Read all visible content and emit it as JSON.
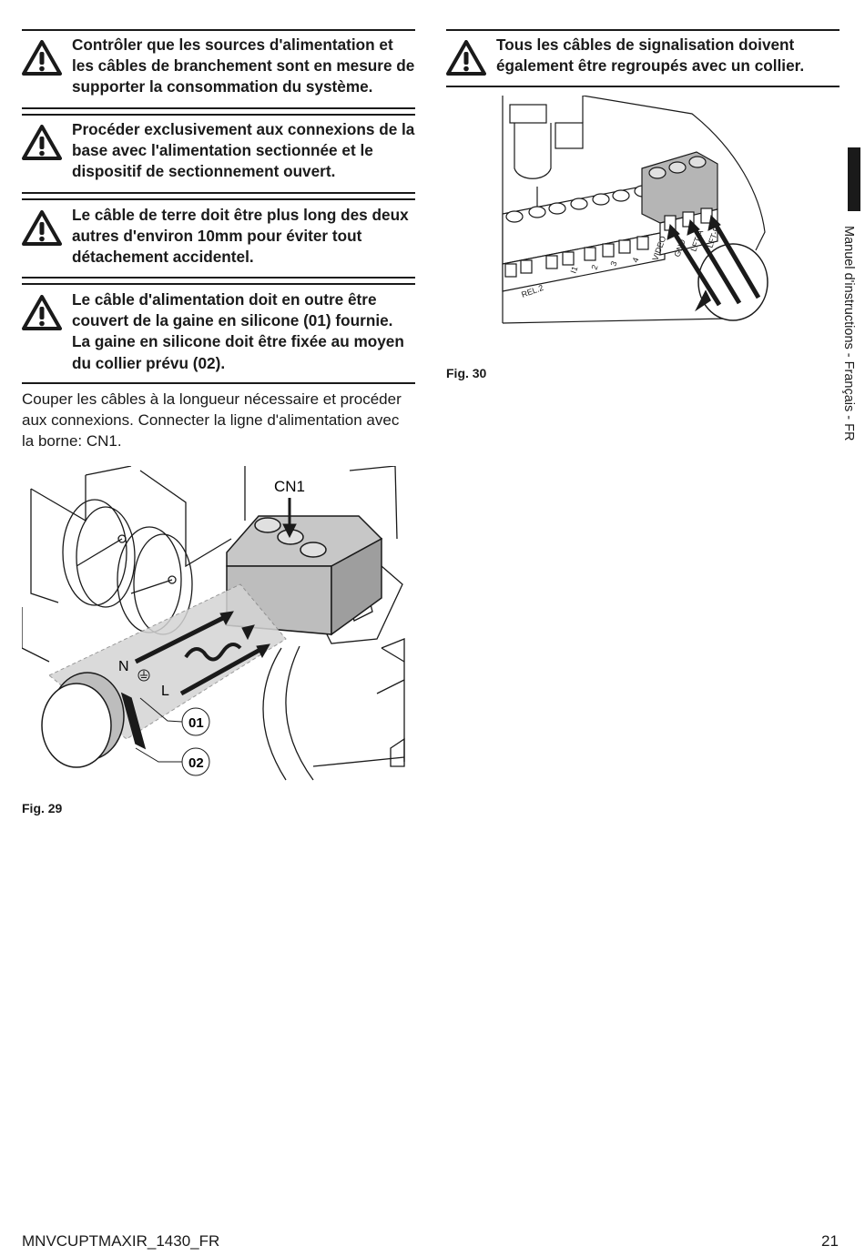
{
  "warnings_left": [
    "Contrôler que les sources d'alimentation et les câbles de branchement sont en mesure de supporter la consommation du système.",
    "Procéder exclusivement aux connexions de la base avec l'alimentation sectionnée et le dispositif de sectionnement ouvert.",
    "Le câble de terre doit être plus long des deux autres d'environ 10mm pour éviter tout détachement accidentel.",
    "Le câble d'alimentation doit en outre être couvert de la gaine en silicone (01) fournie. La gaine en silicone doit être fixée au moyen du collier prévu (02)."
  ],
  "warning_right": "Tous les câbles de signalisation doivent également être regroupés avec un collier.",
  "paragraph": "Couper les câbles à la longueur nécessaire et procéder aux connexions. Connecter la ligne d'alimentation avec la borne: CN1.",
  "fig29": {
    "caption": "Fig. 29",
    "label_cn1": "CN1",
    "label_n": "N",
    "label_l": "L",
    "callout_01": "01",
    "callout_02": "02"
  },
  "fig30": {
    "caption": "Fig. 30",
    "terminal_labels": [
      "REL.2",
      "I1",
      "2",
      "3",
      "4",
      "VIDEO",
      "GND",
      "LFT-A",
      "LFT-B"
    ]
  },
  "sidebar_text": "Manuel d'instructions - Français - FR",
  "footer": {
    "doc_code": "MNVCUPTMAXIR_1430_FR",
    "page_number": "21"
  }
}
